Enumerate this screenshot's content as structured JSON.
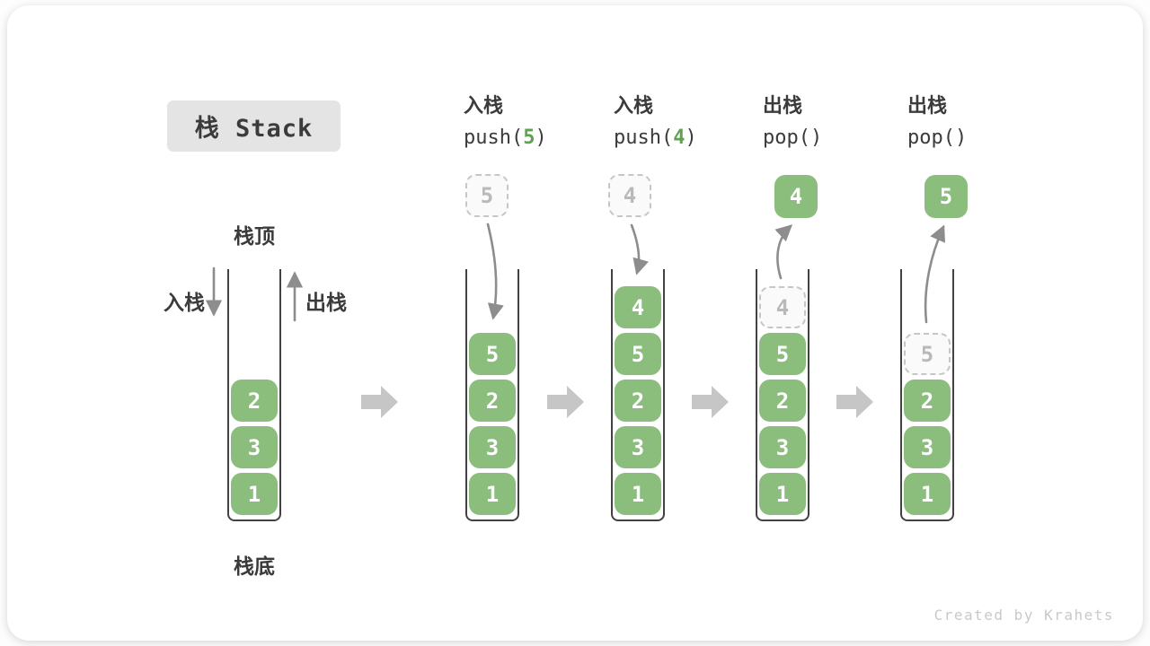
{
  "title": "栈 Stack",
  "watermark": "Created by Krahets",
  "first_stack_labels": {
    "top": "栈顶",
    "bottom": "栈底",
    "push_side": "入栈",
    "pop_side": "出栈"
  },
  "operations": [
    {
      "kind": "入栈",
      "fn": "push(",
      "arg": "5",
      "close": ")"
    },
    {
      "kind": "入栈",
      "fn": "push(",
      "arg": "4",
      "close": ")"
    },
    {
      "kind": "出栈",
      "fn": "pop(",
      "arg": "",
      "close": ")"
    },
    {
      "kind": "出栈",
      "fn": "pop(",
      "arg": "",
      "close": ")"
    }
  ],
  "floating": [
    {
      "value": "5",
      "style": "ghost"
    },
    {
      "value": "4",
      "style": "ghost"
    },
    {
      "value": "4",
      "style": "solid"
    },
    {
      "value": "5",
      "style": "solid"
    }
  ],
  "stacks": [
    {
      "items": [
        {
          "value": "2"
        },
        {
          "value": "3"
        },
        {
          "value": "1"
        }
      ]
    },
    {
      "items": [
        {
          "value": "5"
        },
        {
          "value": "2"
        },
        {
          "value": "3"
        },
        {
          "value": "1"
        }
      ]
    },
    {
      "items": [
        {
          "value": "4"
        },
        {
          "value": "5"
        },
        {
          "value": "2"
        },
        {
          "value": "3"
        },
        {
          "value": "1"
        }
      ]
    },
    {
      "items": [
        {
          "value": "4",
          "ghost": true
        },
        {
          "value": "5"
        },
        {
          "value": "2"
        },
        {
          "value": "3"
        },
        {
          "value": "1"
        }
      ]
    },
    {
      "items": [
        {
          "value": "5",
          "ghost": true
        },
        {
          "value": "2"
        },
        {
          "value": "3"
        },
        {
          "value": "1"
        }
      ]
    }
  ],
  "colors": {
    "box_green": "#8bbe7d",
    "arg_green": "#5ea150",
    "wall_dark": "#424242",
    "flow_arrow_gray": "#8d8d8d",
    "block_arrow_gray": "#c6c6c6",
    "badge_bg": "#e4e4e4",
    "ghost_border": "#c6c6c6",
    "ghost_text": "#b9b9b9",
    "watermark_gray": "#c9c9c9"
  }
}
